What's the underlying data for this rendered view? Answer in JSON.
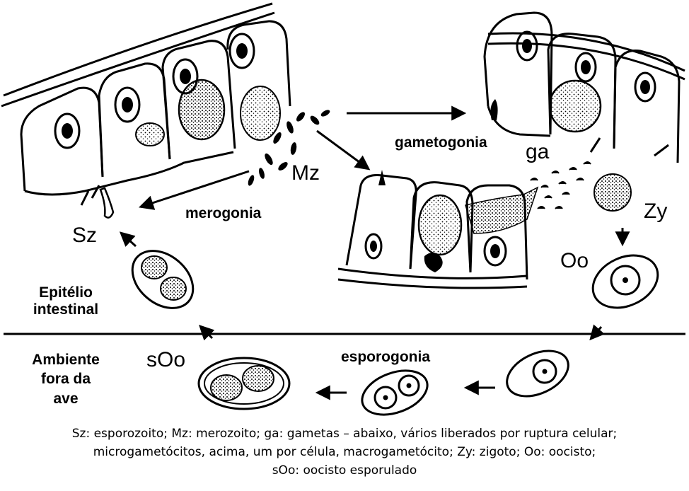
{
  "labels": {
    "sz": "Sz",
    "mz": "Mz",
    "ga": "ga",
    "zy": "Zy",
    "oo": "Oo",
    "soo": "sOo",
    "gametogonia": "gametogonia",
    "merogonia": "merogonia",
    "esporogonia": "esporogonia",
    "epitelio_line1": "Epitélio",
    "epitelio_line2": "intestinal",
    "ambiente_line1": "Ambiente",
    "ambiente_line2": "fora da",
    "ambiente_line3": "ave"
  },
  "caption": {
    "line1": "Sz: esporozoito; Mz: merozoito; ga: gametas – abaixo, vários liberados por ruptura celular;",
    "line2": "microgametócitos, acima, um por célula, macrogametócito; Zy: zigoto; Oo: oocisto;",
    "line3": "sOo: oocisto esporulado"
  }
}
